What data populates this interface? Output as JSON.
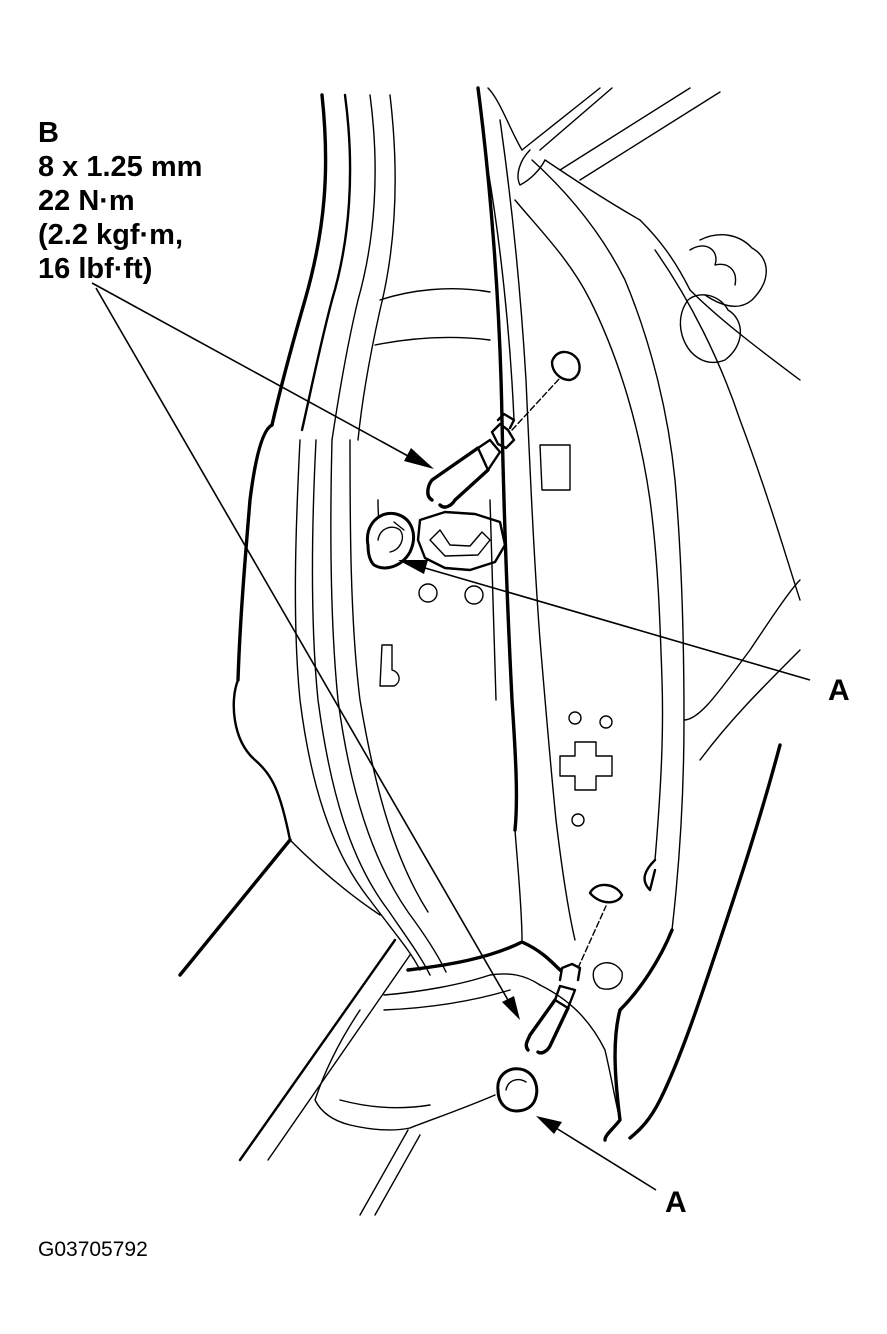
{
  "callout_b": {
    "letter": "B",
    "thread": "8 x 1.25 mm",
    "torque_nm": "22 N·m",
    "torque_kgfm": "(2.2 kgf·m,",
    "torque_lbfft": "16 lbf·ft)"
  },
  "callout_a_upper": "A",
  "callout_a_lower": "A",
  "figure_id": "G03705792"
}
